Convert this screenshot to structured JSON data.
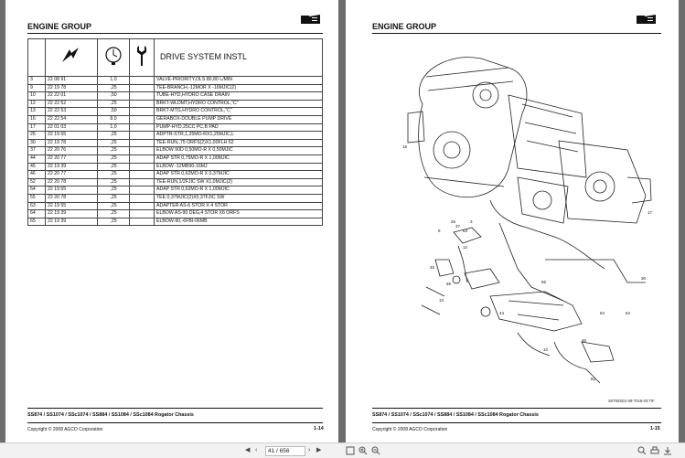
{
  "left_page": {
    "header": "ENGINE GROUP",
    "table_title": "DRIVE SYSTEM INSTL",
    "rows": [
      [
        "3",
        "22 08 91",
        "1,0",
        "VALVE-PRIORITY,OLS 80,80 L/MIN"
      ],
      [
        "9",
        "22 19 78",
        ",25",
        "TEE-BRANCH,-12MOR X -16MJIC(2)"
      ],
      [
        "10",
        "22 22 01",
        ",50",
        "TUBE-HYD,HYDRO CASE DRAIN"
      ],
      [
        "12",
        "22 22 52",
        ",25",
        "BRKT-WLDMT,HYDRO CONTROL,\"C\""
      ],
      [
        "13",
        "22 22 53",
        ",50",
        "BRKT-MTG,HYDRO CONTROL,\"C\""
      ],
      [
        "16",
        "22 22 54",
        "8,0",
        "GERABOX-DOUBLE PUMP DRIVE"
      ],
      [
        "17",
        "22 01 03",
        "1,0",
        "PUMP-HYD,25CC PC,B PAD"
      ],
      [
        "26",
        "22 19 55",
        ",25",
        "ADPTR-STR,1,25MO-RX1,25MJIC,L"
      ],
      [
        "30",
        "22 19 78",
        ",25",
        "TEE-RUN,,75 ORFS(2)X1,00FLH 62"
      ],
      [
        "37",
        "22 20 76",
        ",25",
        "ELBOW 90D 0,50MO-R X 0,50MJIC"
      ],
      [
        "44",
        "22 20 77",
        ",25",
        "ADAP STR 0,75MO-R X 1,00MJIC"
      ],
      [
        "45",
        "22 19 39",
        ",25",
        "ELBOW -12MB90-16MJ"
      ],
      [
        "46",
        "22 20 77",
        ",25",
        "ADAP STR 0,62MO-R X 0,37MJIC"
      ],
      [
        "52",
        "22 20 78",
        ",25",
        "TEE-RUN,1/2FJIC SW X1,0MJIC(2)"
      ],
      [
        "54",
        "22 19 55",
        ",25",
        "ADAP STR 0,62MO-R X 1,00MJIC"
      ],
      [
        "55",
        "22 20 78",
        ",25",
        "TEE 0,37MJIC(2)X0,37FJIC SW"
      ],
      [
        "63",
        "22 19 55",
        ",25",
        "ADAPTER AS-6 STOR X 4 STOR"
      ],
      [
        "64",
        "22 19 39",
        ",25",
        "ELBOW AS-90 DEG,4 STOR X6 ORFS"
      ],
      [
        "65",
        "22 19 39",
        ",25",
        "ELBOW-90,-6FBI-06MB"
      ]
    ],
    "footer_title": "SS874 / SS1074 / SSc1074 / SS884 / SS1084 / SSc1084 Rogator Chassis",
    "copyright": "Copyright © 2008 AGCO Corporation",
    "page_number": "1-14"
  },
  "right_page": {
    "header": "ENGINE GROUP",
    "figure_code": "S0792SD1-08-T016-03.TIF",
    "callouts": [
      "3",
      "9",
      "10",
      "12",
      "13",
      "16",
      "17",
      "26",
      "30",
      "37",
      "44",
      "45",
      "46",
      "52",
      "54",
      "55",
      "63",
      "64",
      "65"
    ],
    "footer_title": "SS874 / SS1074 / SSc1074 / SS884 / SS1084 / SSc1084 Rogator Chassis",
    "copyright": "Copyright © 2008 AGCO Corporation",
    "page_number": "1-15"
  },
  "toolbar": {
    "page_field": "41 / 656"
  },
  "colors": {
    "background": "#6d6d6d",
    "page": "#ffffff",
    "ink": "#111111"
  }
}
